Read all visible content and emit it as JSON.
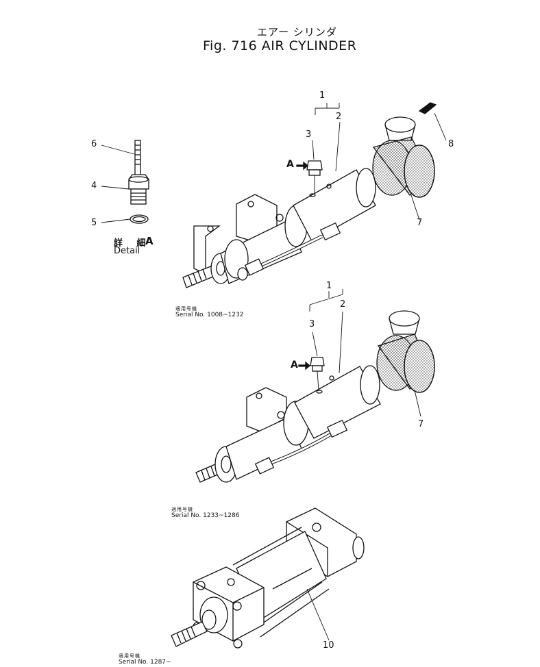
{
  "header": {
    "title_jp": "エアー シリンダ",
    "title_en": "Fig. 716 AIR CYLINDER"
  },
  "detail": {
    "label_jp": "詳 細",
    "label_en": "Detail",
    "letter": "A"
  },
  "arrow_marker": "A",
  "callouts": {
    "top": [
      "1",
      "2",
      "3",
      "4",
      "5",
      "6",
      "7",
      "8"
    ],
    "middle": [
      "1",
      "2",
      "3",
      "7"
    ],
    "bottom": [
      "10"
    ]
  },
  "serials": [
    {
      "label_jp": "適用号機",
      "range": "Serial No. 1008~1232"
    },
    {
      "label_jp": "適用号機",
      "range": "Serial No. 1233~1286"
    },
    {
      "label_jp": "適用号機",
      "range": "Serial No. 1287~"
    }
  ]
}
